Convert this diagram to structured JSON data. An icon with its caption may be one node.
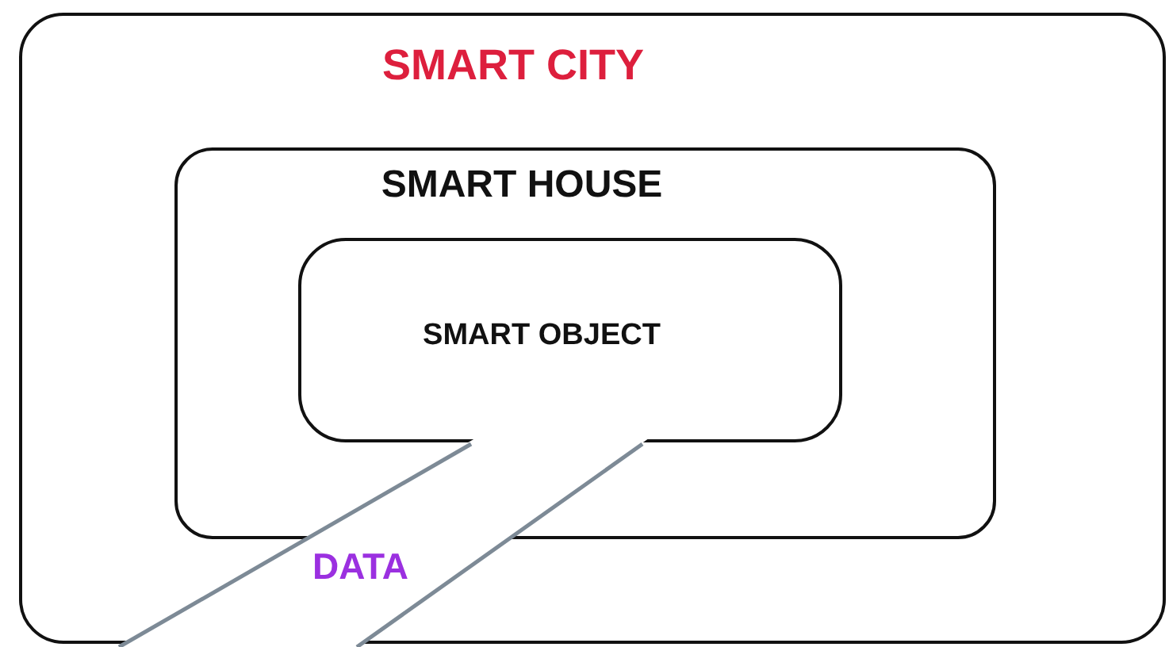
{
  "diagram": {
    "nodes": [
      {
        "text": [
          "SMART CITY"
        ]
      },
      {
        "text": [
          "SMART HOUSE"
        ],
        "in": 0
      },
      {
        "text": [
          "SMART OBJECT"
        ],
        "in": 1
      }
    ],
    "labels": [
      "DATA"
    ]
  }
}
